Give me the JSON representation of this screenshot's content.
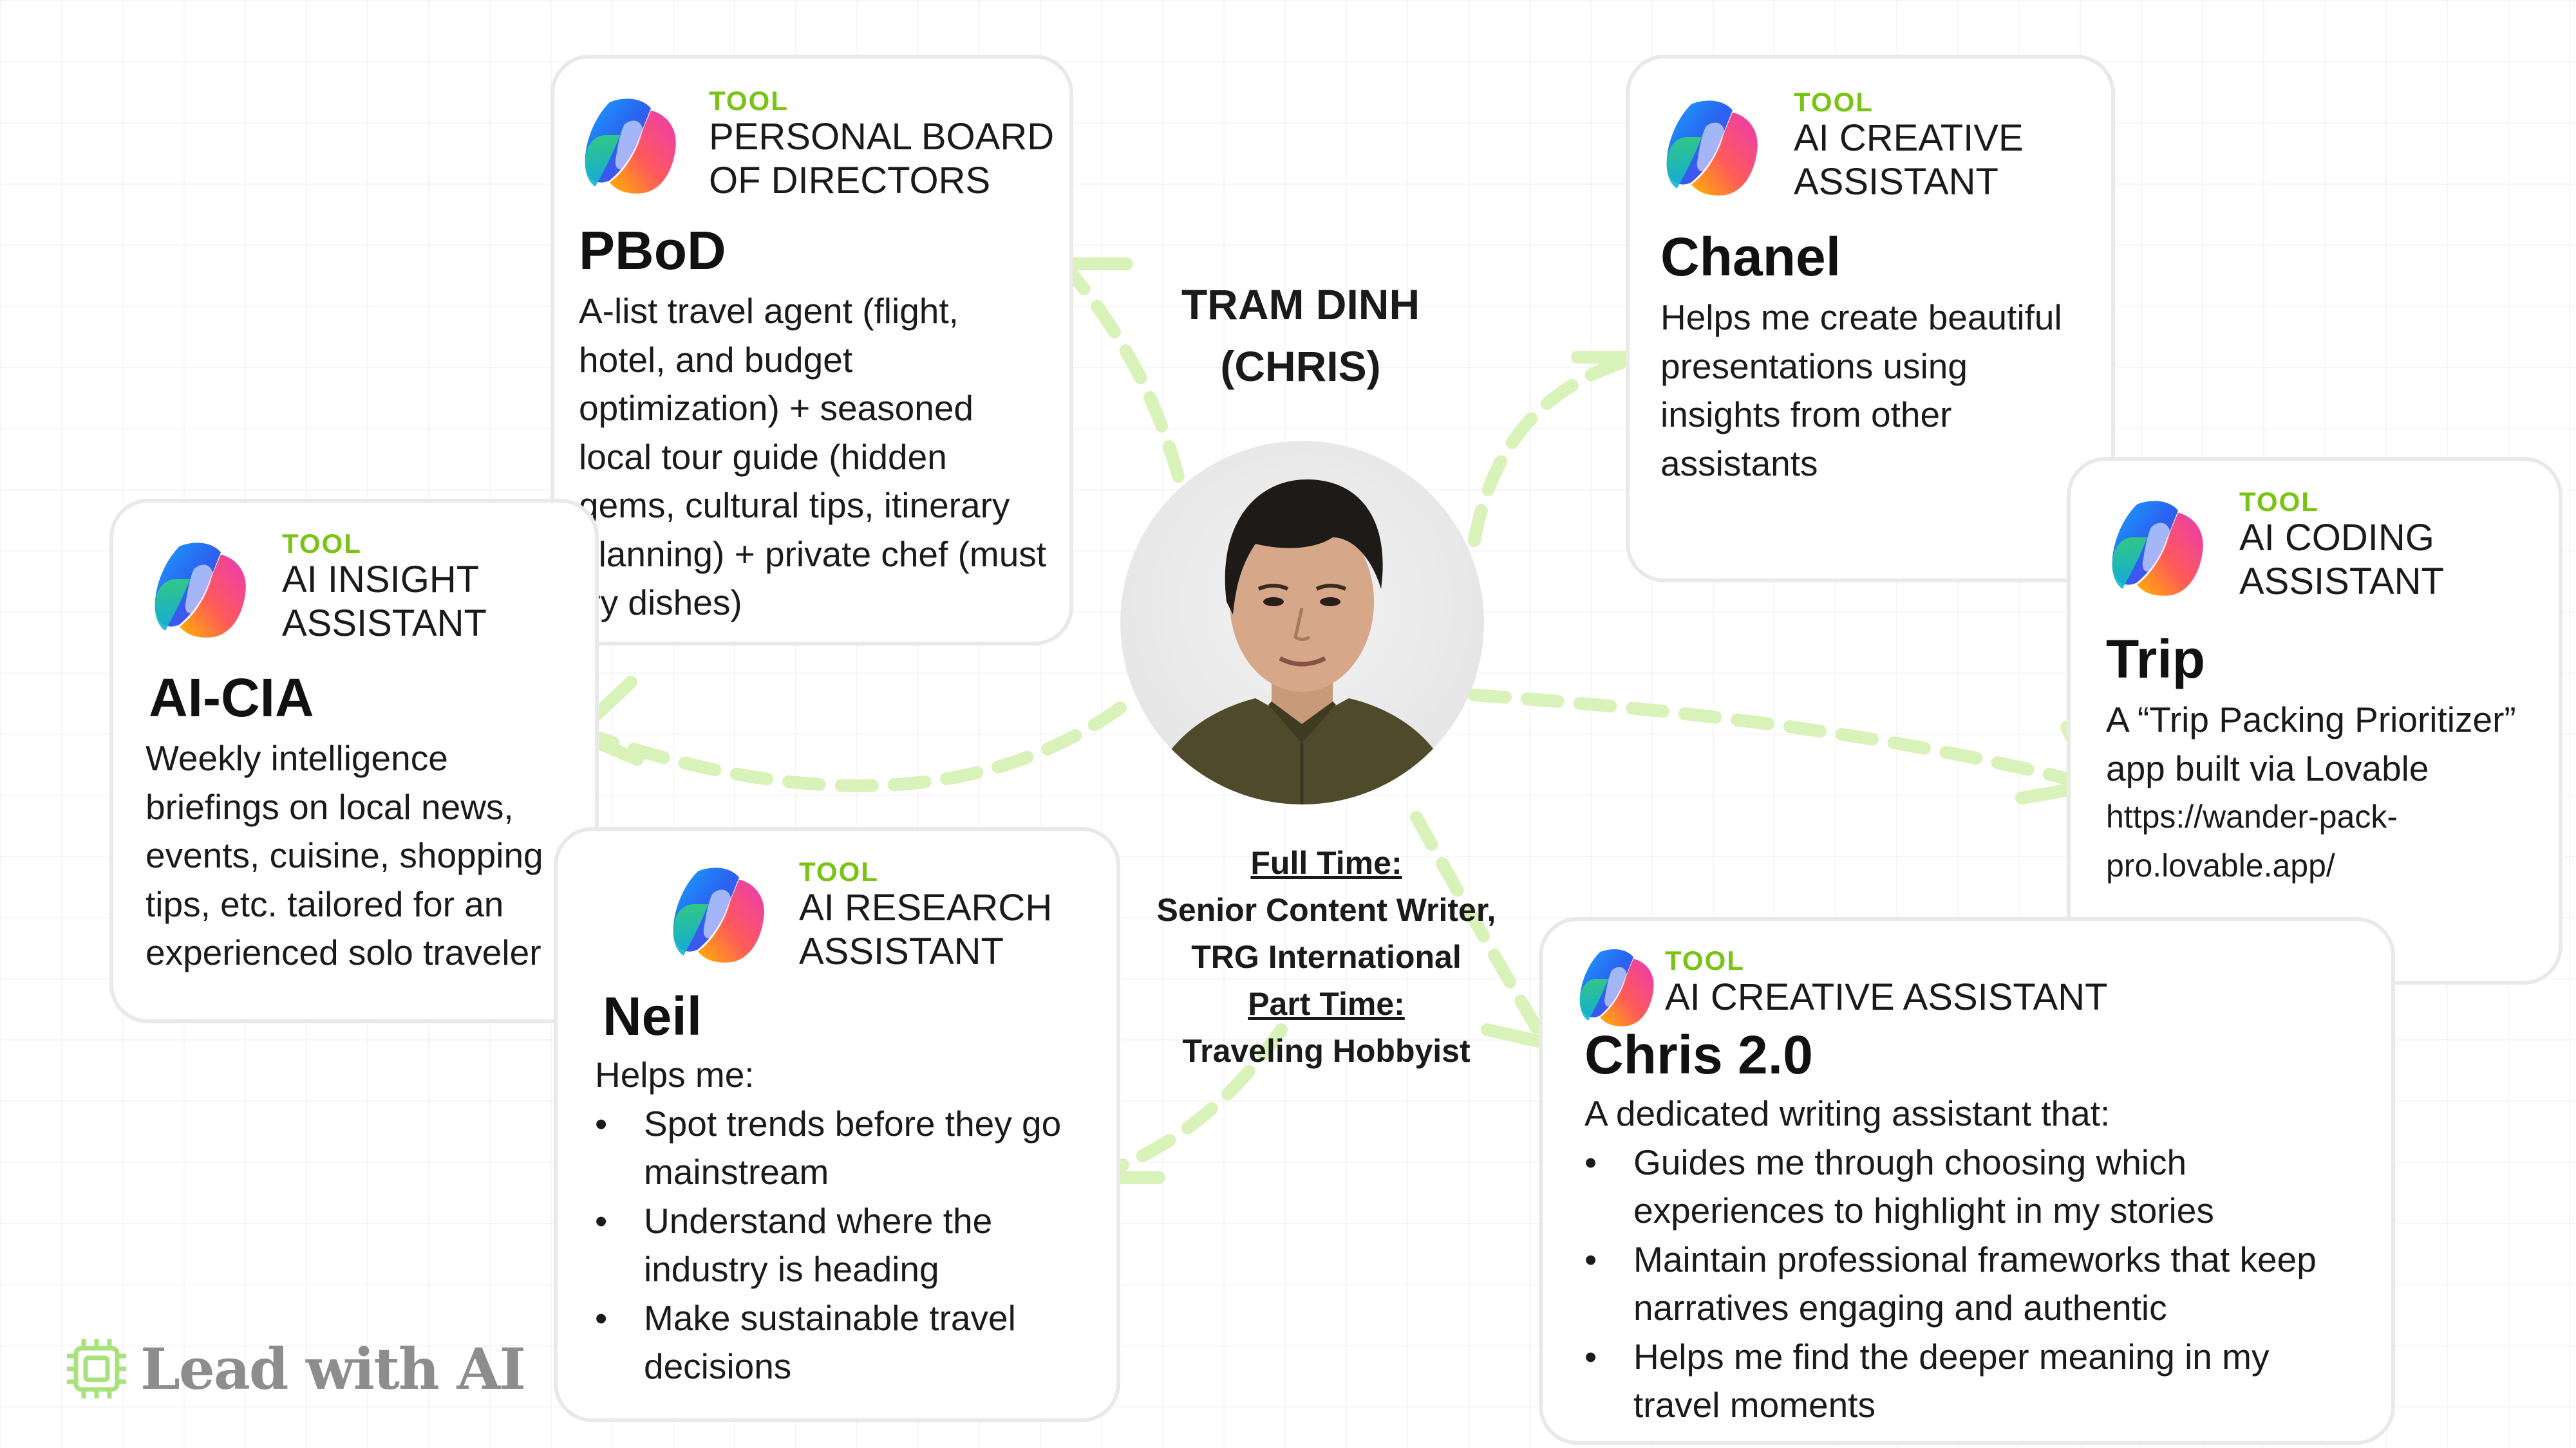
{
  "colors": {
    "accent_green": "#79c314",
    "arrow_green": "#d9f2b9",
    "card_border": "#e9e9e9"
  },
  "center": {
    "name_line1": "TRAM DINH",
    "name_line2": "(CHRIS)",
    "full_time_label": "Full Time:",
    "full_time_value_line1": "Senior Content Writer,",
    "full_time_value_line2": "TRG International",
    "part_time_label": "Part Time:",
    "part_time_value": "Traveling Hobbyist"
  },
  "cards": {
    "pbod": {
      "tag": "TOOL",
      "role_line1": "PERSONAL BOARD",
      "role_line2": "OF DIRECTORS",
      "name": "PBoD",
      "desc": [
        "A-list travel agent (flight,",
        "hotel, and budget",
        "optimization) + seasoned",
        "local tour guide (hidden",
        "gems, cultural tips, itinerary",
        "planning) + private chef (must",
        "try dishes)"
      ]
    },
    "chanel": {
      "tag": "TOOL",
      "role_line1": "AI CREATIVE",
      "role_line2": "ASSISTANT",
      "name": "Chanel",
      "desc": [
        "Helps me create beautiful",
        "presentations using",
        "insights from other",
        "assistants"
      ]
    },
    "aicia": {
      "tag": "TOOL",
      "role_line1": "AI INSIGHT",
      "role_line2": "ASSISTANT",
      "name": "AI-CIA",
      "desc": [
        "Weekly intelligence",
        "briefings on local news,",
        "events, cuisine, shopping",
        "tips, etc. tailored for an",
        "experienced solo traveler"
      ]
    },
    "trip": {
      "tag": "TOOL",
      "role_line1": "AI CODING",
      "role_line2": "ASSISTANT",
      "name": "Trip",
      "desc": [
        "A “Trip Packing Prioritizer”",
        "app built via Lovable"
      ],
      "link": [
        "https://wander-pack-",
        "pro.lovable.app/"
      ]
    },
    "neil": {
      "tag": "TOOL",
      "role_line1": "AI RESEARCH",
      "role_line2": "ASSISTANT",
      "name": "Neil",
      "intro": "Helps me:",
      "bullets": [
        [
          "Spot trends before they go",
          "mainstream"
        ],
        [
          "Understand where the",
          "industry is heading"
        ],
        [
          "Make sustainable travel",
          "decisions"
        ]
      ]
    },
    "chris2": {
      "tag": "TOOL",
      "role_line1": "AI CREATIVE ASSISTANT",
      "name": "Chris 2.0",
      "intro": "A dedicated writing assistant that:",
      "bullets": [
        [
          "Guides me through choosing which",
          "experiences to highlight in my stories"
        ],
        [
          "Maintain professional frameworks that keep",
          "narratives engaging and authentic"
        ],
        [
          "Helps me find the deeper meaning in my",
          "travel moments"
        ]
      ]
    }
  },
  "brand": {
    "text": "Lead with AI"
  }
}
